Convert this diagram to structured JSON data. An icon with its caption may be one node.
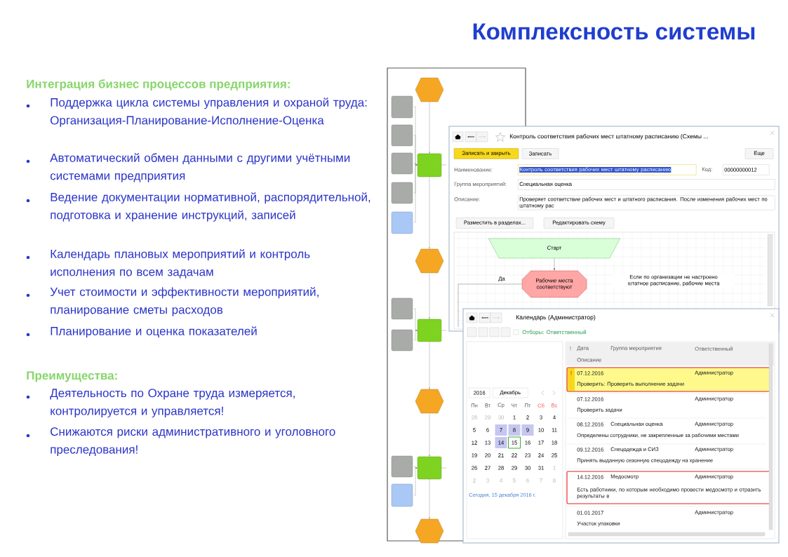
{
  "diagram": {
    "title": "Комплексность системы",
    "nodes": [
      {
        "text": [
          "Старт"
        ]
      },
      {
        "text": [
          "Рабочие места соответствуют"
        ]
      }
    ],
    "edges": [
      {
        "from": 0,
        "to": 1,
        "arrow": "to"
      },
      {
        "from": 1,
        "to": null,
        "arrow": "none",
        "label": "Да"
      }
    ],
    "labels": [
      "Интеграция бизнес процессов предприятия:",
      "Поддержка цикла системы управления и охраной труда: Организация-Планирование-Исполнение-Оценка",
      "Автоматический обмен данными с другими учётными системами предприятия",
      "Ведение документации нормативной, распорядительной, подготовка и хранение инструкций, записей",
      "Календарь плановых мероприятий и контроль исполнения по всем задачам",
      "Учет стоимости и эффективности мероприятий, планирование сметы расходов",
      "Планирование и оценка показателей",
      "Преимущества:",
      "Деятельность по Охране труда измеряется, контролируется и управляется!",
      "Снижаются риски административного и уголовного преследования!",
      "Контроль соответствия рабочих мест штатному расписанию (Схемы ...",
      "Записать и закрыть",
      "Записать",
      "Еще",
      "Наименование:",
      "Контроль соответствия рабочих мест штатному расписанию",
      "Код:",
      "00000000012",
      "Группа мероприятий:",
      "Специальная оценка",
      "Описание:",
      "Проверяет соответствие рабочих мест и штатного расписания. После изменения рабочих мест по штатному рас",
      "Разместить в разделах...",
      "Редактировать схему",
      "Если по организации не настроено штатное расписание, рабочие места",
      "Календарь (Администратор)",
      "Отборы: Ответственный",
      "2016",
      "Декабрь",
      "Пн",
      "Вт",
      "Ср",
      "Чт",
      "Пт",
      "Сб",
      "Вс",
      "28",
      "29",
      "30",
      "1",
      "2",
      "3",
      "4",
      "5",
      "6",
      "7",
      "8",
      "9",
      "10",
      "11",
      "12",
      "13",
      "14",
      "15",
      "16",
      "17",
      "18",
      "19",
      "20",
      "21",
      "22",
      "23",
      "24",
      "25",
      "26",
      "27",
      "28",
      "29",
      "30",
      "31",
      "1",
      "2",
      "3",
      "4",
      "5",
      "6",
      "7",
      "8",
      "Сегодня, 15 декабря 2016 г.",
      "!",
      "Дата",
      "Группа мероприятия",
      "Ответственный",
      "Описание",
      "!",
      "07.12.2016",
      "Администратор",
      "Проверить: Проверить выполнение задачи",
      "07.12.2016",
      "Администратор",
      "Проверить задачи",
      "08.12.2016",
      "Специальная оценка",
      "Администратор",
      "Определены сотрудники, не закрепленные за рабочими местами",
      "09.12.2016",
      "Спецодежда и СИЗ",
      "Администратор",
      "Принять выданную сезонную спецодежду на хранение",
      "14.12.2016",
      "Медосмотр",
      "Администратор",
      "Есть работники, по которым необходимо провести медосмотр и отразить результаты в",
      "01.01.2017",
      "Администратор",
      "Участок упаковки"
    ]
  }
}
